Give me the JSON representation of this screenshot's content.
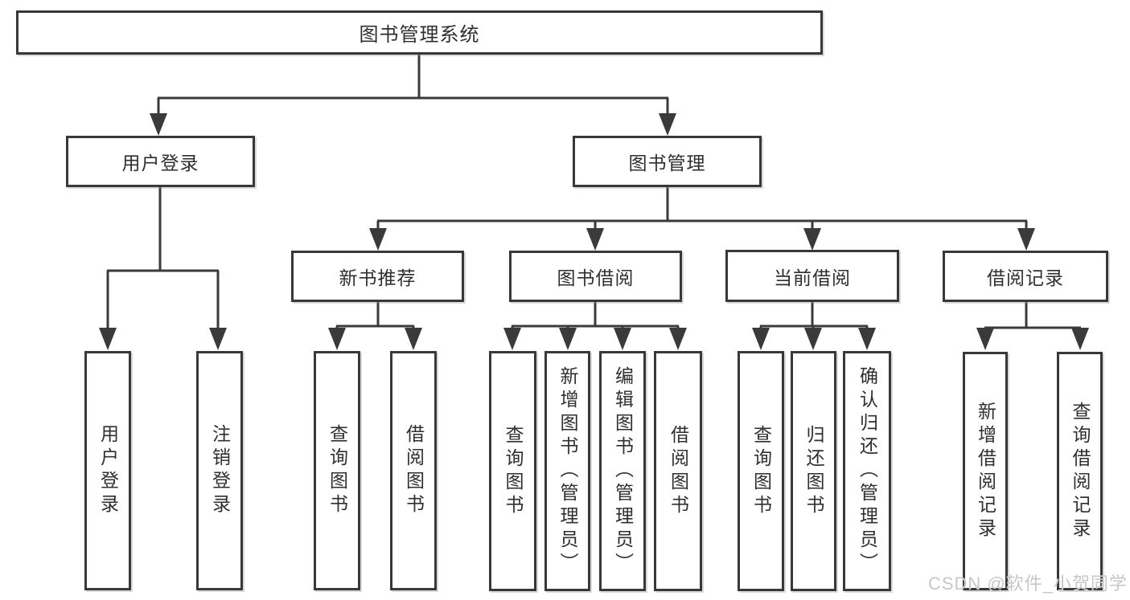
{
  "tree": {
    "label": "图书管理系统",
    "children": [
      {
        "label": "用户登录",
        "children": [
          {
            "label": "用户登录"
          },
          {
            "label": "注销登录"
          }
        ]
      },
      {
        "label": "图书管理",
        "children": [
          {
            "label": "新书推荐",
            "children": [
              {
                "label": "查询图书"
              },
              {
                "label": "借阅图书"
              }
            ]
          },
          {
            "label": "图书借阅",
            "children": [
              {
                "label": "查询图书"
              },
              {
                "label": "新增图书（管理员）"
              },
              {
                "label": "编辑图书（管理员）"
              },
              {
                "label": "借阅图书"
              }
            ]
          },
          {
            "label": "当前借阅",
            "children": [
              {
                "label": "查询图书"
              },
              {
                "label": "归还图书"
              },
              {
                "label": "确认归还（管理员）"
              }
            ]
          },
          {
            "label": "借阅记录",
            "children": [
              {
                "label": "新增借阅记录"
              },
              {
                "label": "查询借阅记录"
              }
            ]
          }
        ]
      }
    ]
  },
  "watermark": {
    "text": "CSDN @软件_小贺同学"
  },
  "colors": {
    "background": "#ffffff",
    "line": "#3a3a3a",
    "box_border": "#383838",
    "text": "#2f2f2f",
    "watermark_text": "#c7c7c7"
  }
}
